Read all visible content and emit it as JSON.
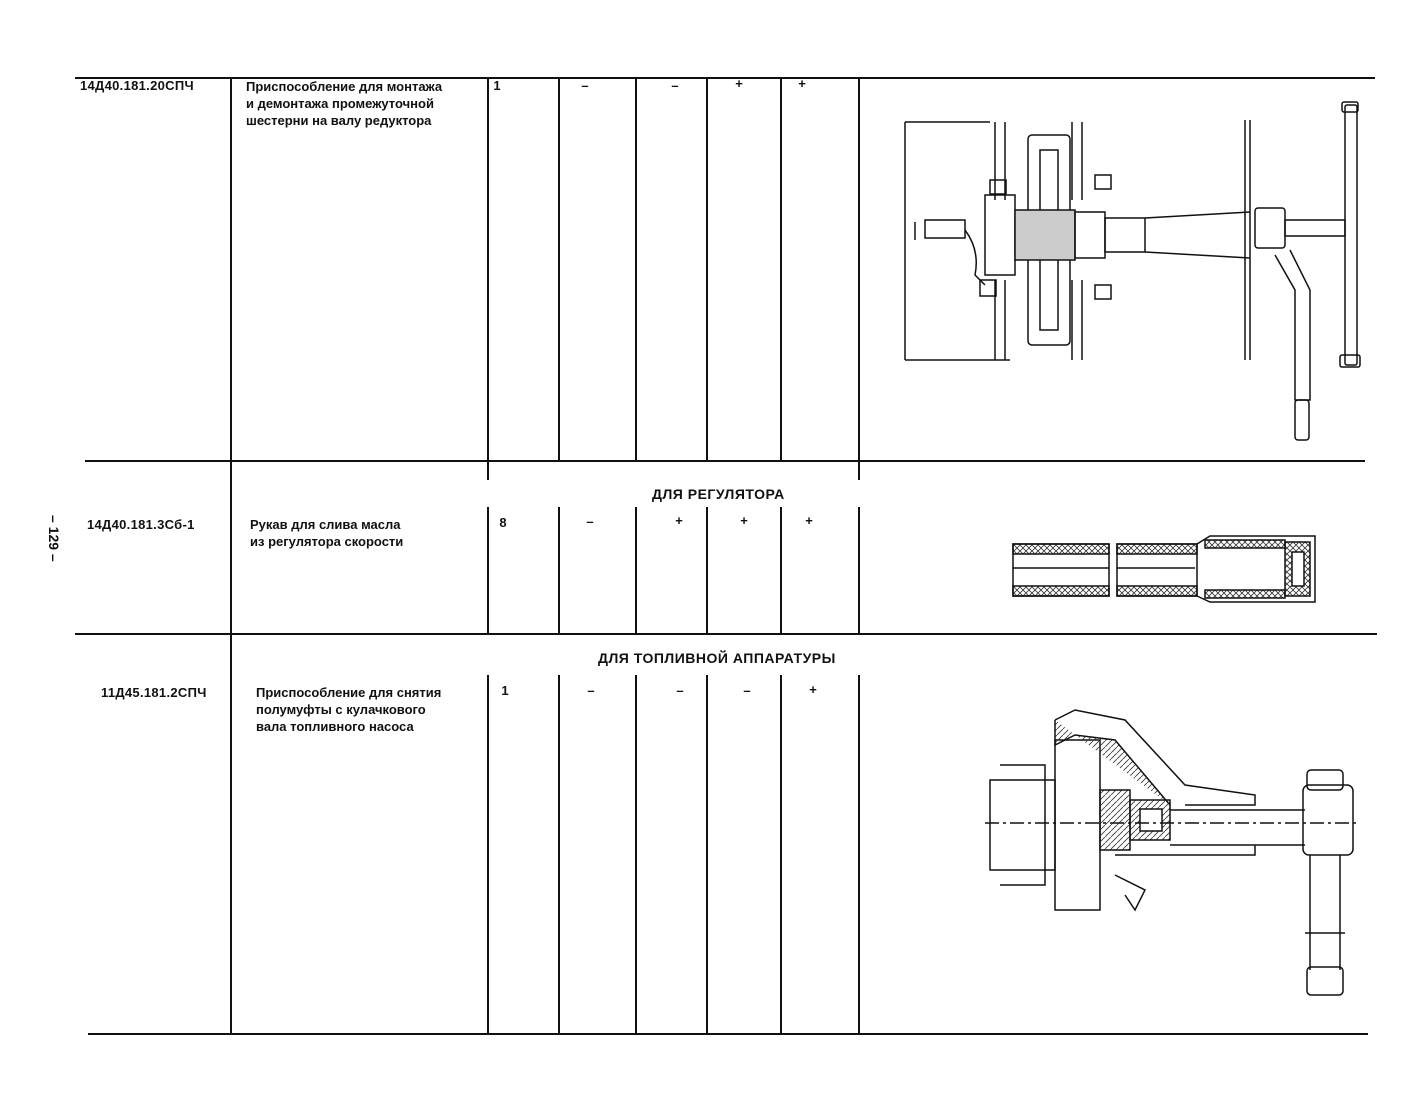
{
  "page_number": "– 129 –",
  "sections": [
    {
      "id": "s2",
      "title": "ДЛЯ  РЕГУЛЯТОРА"
    },
    {
      "id": "s3",
      "title": "ДЛЯ ТОПЛИВНОЙ АППАРАТУРЫ"
    }
  ],
  "rows": [
    {
      "code": "14Д40.181.20СПЧ",
      "description": "Приспособление для монтажа\nи демонтажа промежуточной\nшестерни на валу редуктора",
      "qty": "1",
      "marks": [
        "–",
        "–",
        "+",
        "+"
      ],
      "drawing": "gear-puller-drawing"
    },
    {
      "code": "14Д40.181.3Сб-1",
      "description": "Рукав для слива масла\nиз регулятора скорости",
      "qty": "8",
      "marks": [
        "–",
        "+",
        "+",
        "+"
      ],
      "drawing": "oil-drain-hose-drawing"
    },
    {
      "code": "11Д45.181.2СПЧ",
      "description": "Приспособление для снятия\nполумуфты с кулачкового\nвала топливного насоса",
      "qty": "1",
      "marks": [
        "–",
        "–",
        "–",
        "+"
      ],
      "drawing": "half-coupling-puller-drawing"
    }
  ]
}
